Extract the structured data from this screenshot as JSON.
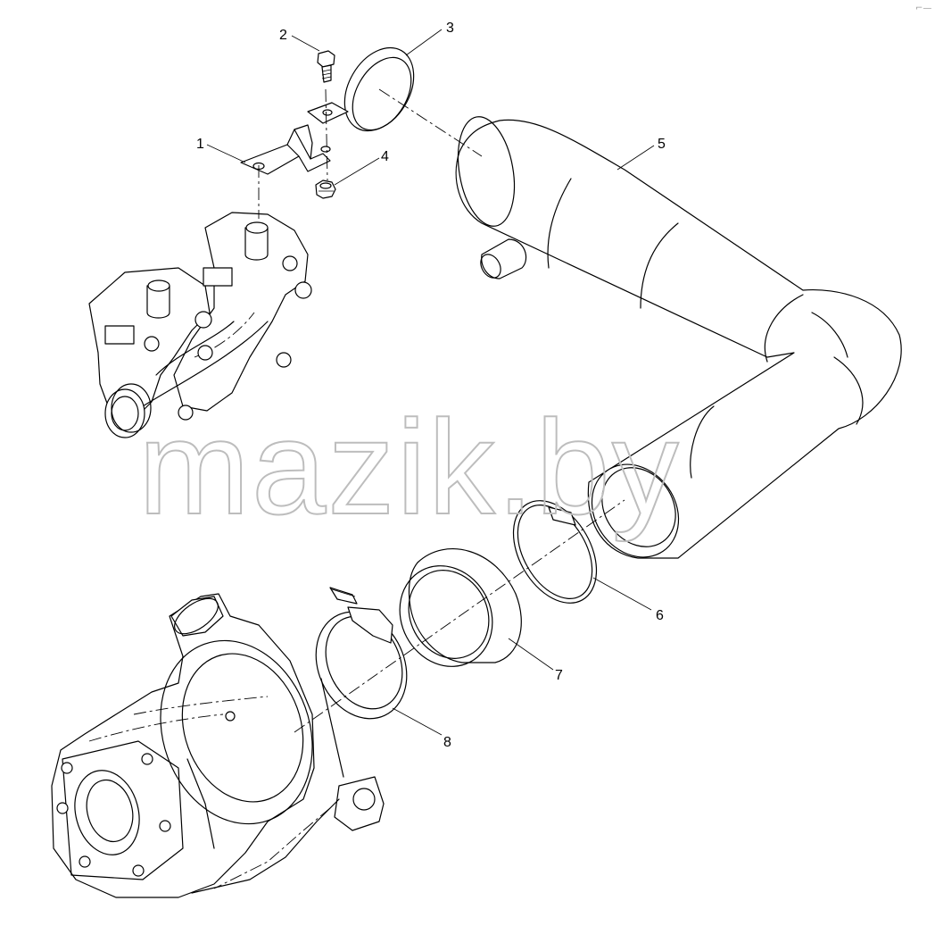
{
  "watermark": "mazik.by",
  "corner_mark": "⌐—",
  "callouts": [
    {
      "id": "callout-1",
      "label": "1",
      "part": "bracket"
    },
    {
      "id": "callout-2",
      "label": "2",
      "part": "bolt"
    },
    {
      "id": "callout-3",
      "label": "3",
      "part": "pipe-clamp-strap"
    },
    {
      "id": "callout-4",
      "label": "4",
      "part": "nut"
    },
    {
      "id": "callout-5",
      "label": "5",
      "part": "exhaust-pipe"
    },
    {
      "id": "callout-6",
      "label": "6",
      "part": "hose-clamp"
    },
    {
      "id": "callout-7",
      "label": "7",
      "part": "sleeve"
    },
    {
      "id": "callout-8",
      "label": "8",
      "part": "t-bolt-clamp"
    }
  ]
}
